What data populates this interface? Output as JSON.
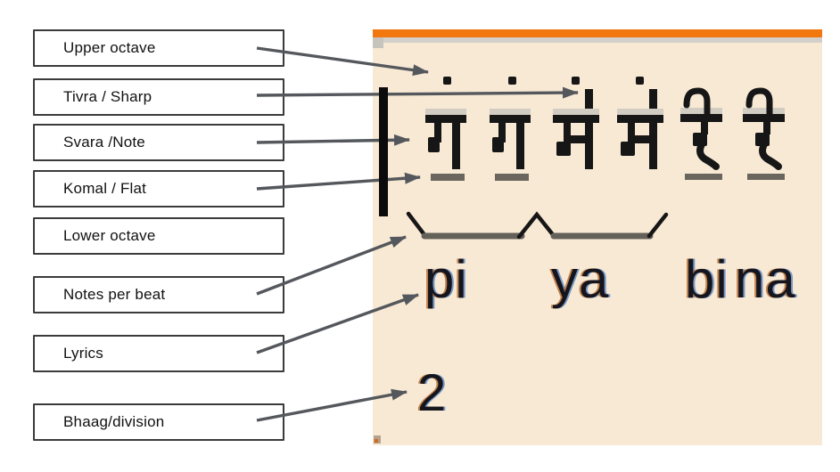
{
  "labels": [
    {
      "text": "Upper octave"
    },
    {
      "text": "Tivra / Sharp"
    },
    {
      "text": "Svara /Note"
    },
    {
      "text": "Komal / Flat"
    },
    {
      "text": "Lower octave"
    },
    {
      "text": "Notes per beat"
    },
    {
      "text": "Lyrics"
    },
    {
      "text": "Bhaag/division"
    }
  ],
  "notation": {
    "notes": [
      {
        "char": "ग",
        "svara": "Ga",
        "octave": "upper",
        "accidental": "komal"
      },
      {
        "char": "ग",
        "svara": "Ga",
        "octave": "upper",
        "accidental": "komal"
      },
      {
        "char": "म",
        "svara": "Ma",
        "octave": "upper",
        "accidental": "tivra"
      },
      {
        "char": "म",
        "svara": "Ma",
        "octave": "upper",
        "accidental": "tivra"
      },
      {
        "char": "रे",
        "svara": "Re",
        "octave": "middle",
        "accidental": "komal"
      },
      {
        "char": "रे",
        "svara": "Re",
        "octave": "middle",
        "accidental": "komal"
      }
    ],
    "notes_per_beat": 2,
    "beam_groups": [
      [
        0,
        1
      ],
      [
        2,
        3
      ]
    ],
    "lyrics": [
      "pi",
      "ya",
      "bi",
      "na"
    ],
    "bhaag_number": "2"
  },
  "colors": {
    "panel_background": "#f8e9d4",
    "panel_top_bar": "#f1770e",
    "arrow": "#54585c",
    "ink": "#161616",
    "komal_underline": "#6a665e"
  }
}
